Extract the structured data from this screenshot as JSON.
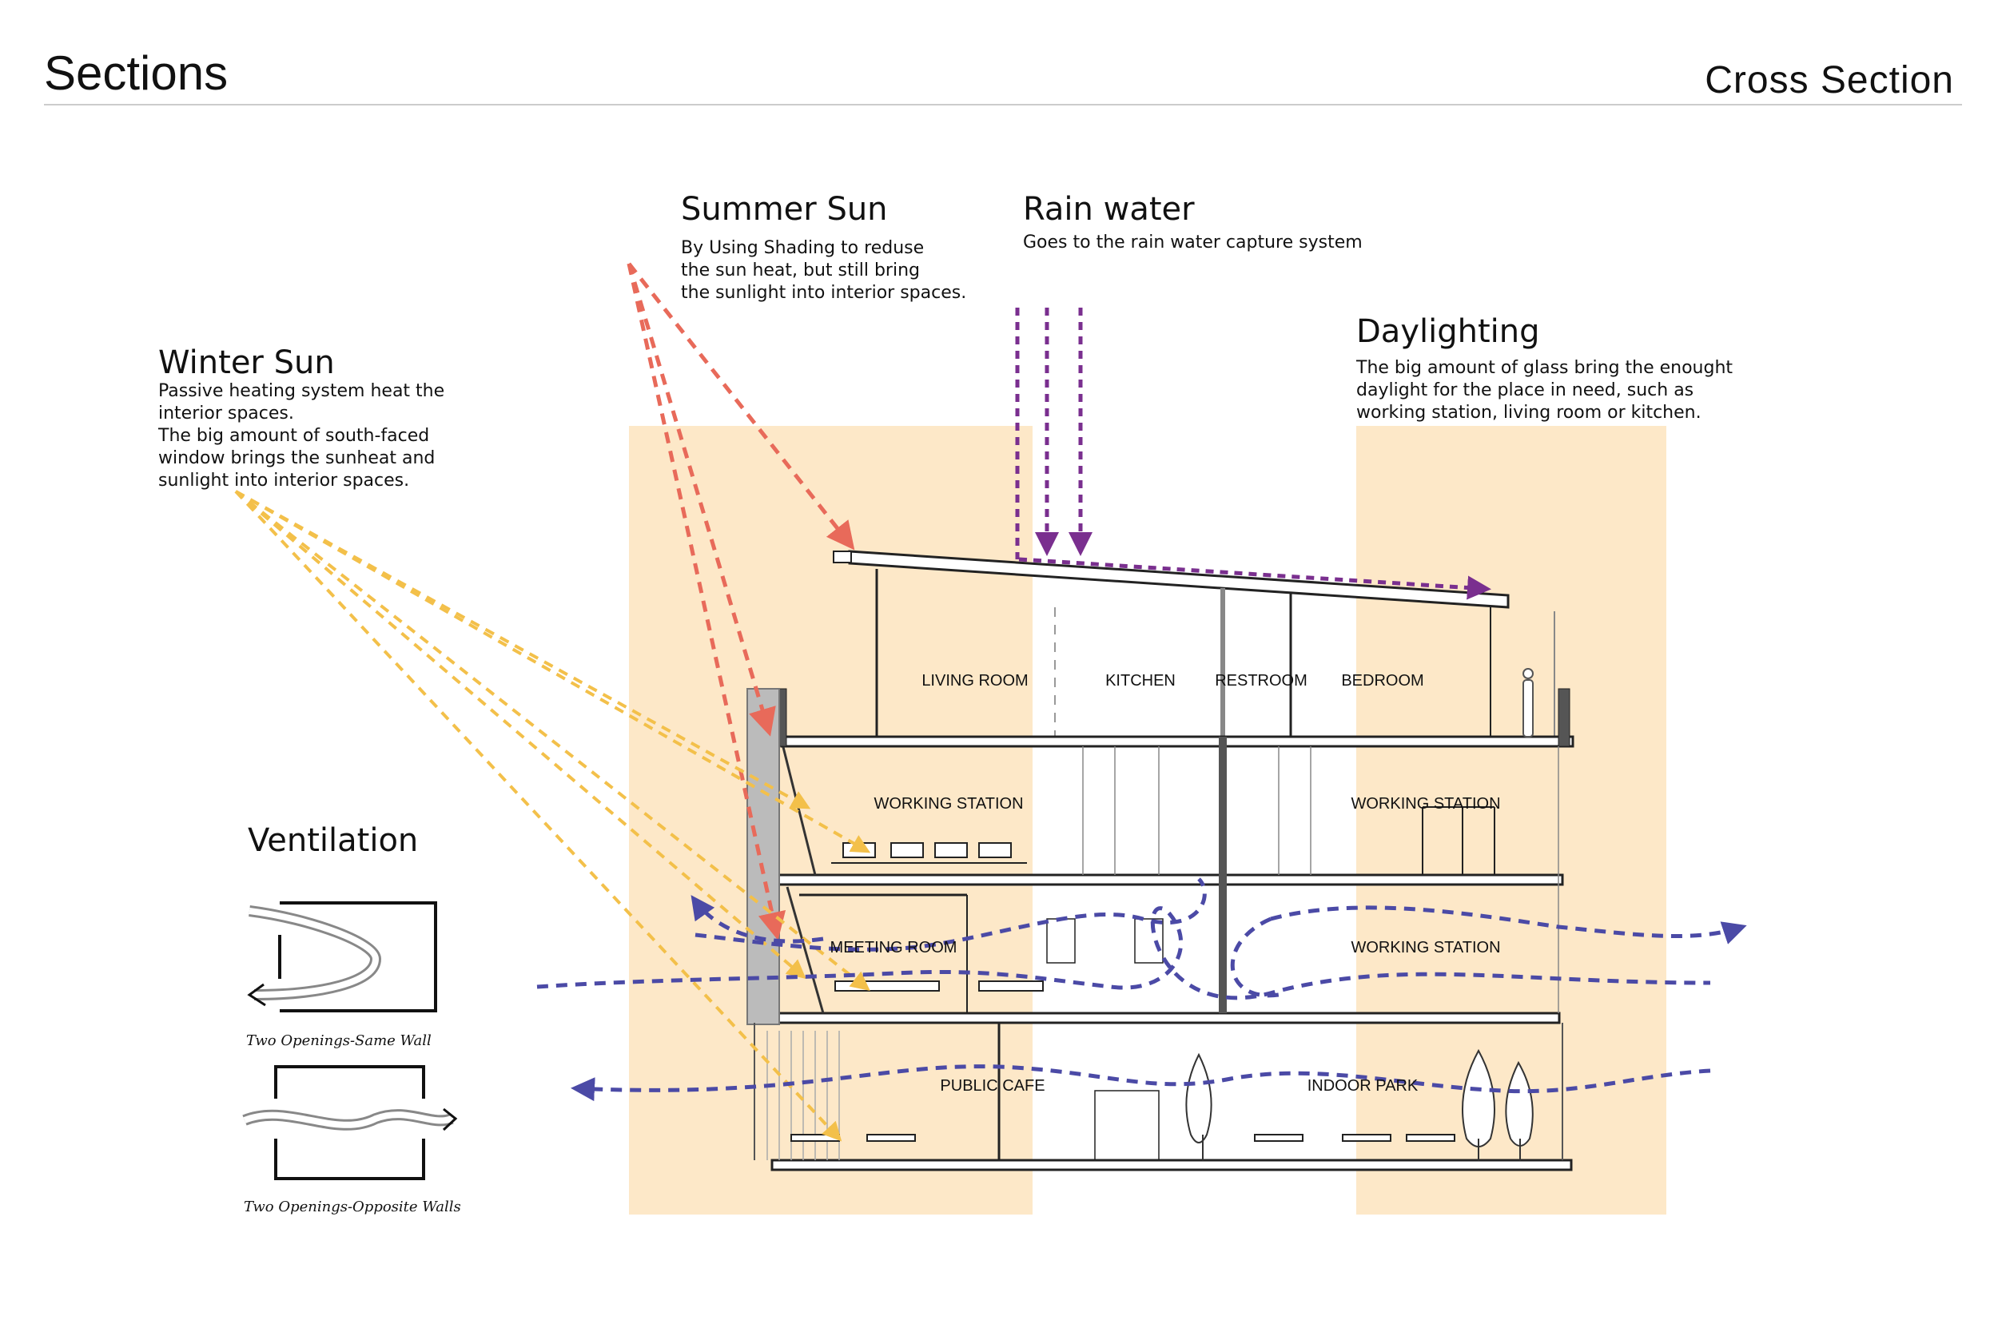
{
  "header": {
    "title": "Sections",
    "subtitle": "Cross Section"
  },
  "annotations": {
    "summer_sun": {
      "title": "Summer Sun",
      "lines": [
        "By Using Shading to reduse",
        "the sun heat, but still bring",
        "the sunlight into interior spaces."
      ]
    },
    "rain_water": {
      "title": "Rain water",
      "lines": [
        "Goes to the rain water capture system"
      ]
    },
    "daylighting": {
      "title": "Daylighting",
      "lines": [
        "The big amount of glass bring the enought",
        "daylight for the place in need, such as",
        "working station, living room or kitchen."
      ]
    },
    "winter_sun": {
      "title": "Winter Sun",
      "lines": [
        "Passive heating system heat the",
        "interior spaces.",
        "The big amount of south-faced",
        "window brings the sunheat and",
        "sunlight into interior spaces."
      ]
    },
    "ventilation": {
      "title": "Ventilation",
      "captions": [
        "Two Openings-Same Wall",
        "Two Openings-Opposite Walls"
      ]
    }
  },
  "rooms": {
    "living_room": "LIVING ROOM",
    "kitchen": "KITCHEN",
    "restroom": "RESTROOM",
    "bedroom": "BEDROOM",
    "working_station_a": "WORKING STATION",
    "working_station_b": "WORKING STATION",
    "meeting_room": "MEETING ROOM",
    "working_station_c": "WORKING STATION",
    "public_cafe": "PUBLIC CAFE",
    "indoor_park": "INDOOR PARK"
  },
  "colors": {
    "highlight": "#fde8c8",
    "summer_sun": "#e86a5a",
    "winter_sun": "#f3c04a",
    "rain": "#7a2f8f",
    "ventilation": "#4b4aa6",
    "line": "#222222"
  }
}
